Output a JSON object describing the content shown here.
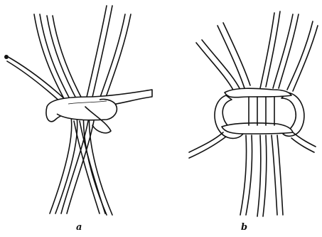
{
  "figure": {
    "panels": [
      {
        "id": "a",
        "caption": "a"
      },
      {
        "id": "b",
        "caption": "b"
      }
    ]
  }
}
